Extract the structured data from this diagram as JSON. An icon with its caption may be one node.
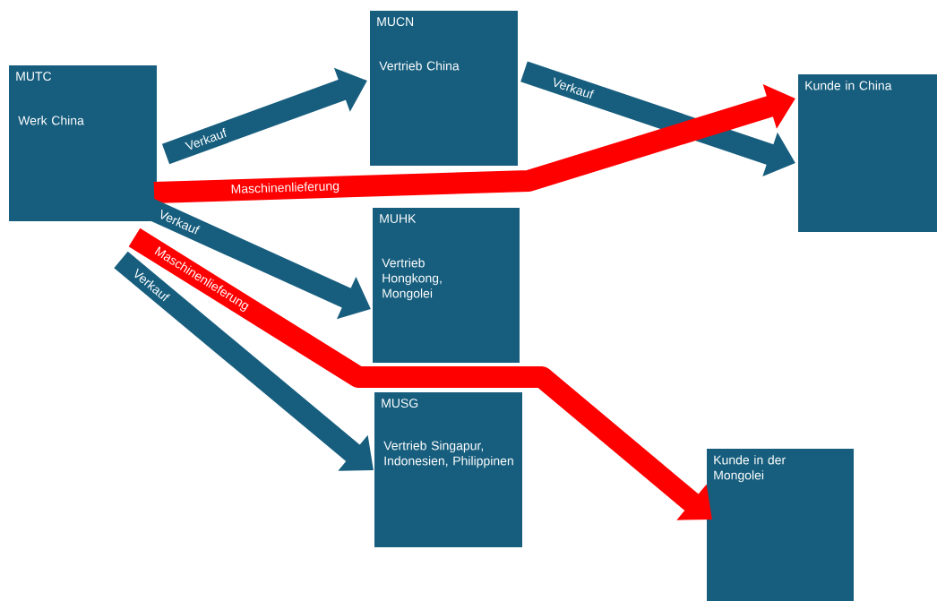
{
  "diagram": {
    "nodes": [
      {
        "text": [
          "MUTC",
          "Werk China"
        ]
      },
      {
        "text": [
          "MUCN",
          "Vertrieb China"
        ]
      },
      {
        "text": [
          "Kunde in China"
        ]
      },
      {
        "text": [
          "MUHK",
          "Vertrieb Hongkong, Mongolei"
        ]
      },
      {
        "text": [
          "MUSG",
          "Vertrieb Singapur, Indonesien, Philippinen"
        ]
      },
      {
        "text": [
          "Kunde in der Mongolei"
        ]
      }
    ],
    "edges": [
      {
        "from": 0,
        "to": 1,
        "arrow": "to",
        "label": "Verkauf"
      },
      {
        "from": 1,
        "to": 2,
        "arrow": "to",
        "label": "Verkauf"
      },
      {
        "from": 0,
        "to": 2,
        "arrow": "to",
        "label": "Maschinenlieferung",
        "color": "#ff0000"
      },
      {
        "from": 0,
        "to": 3,
        "arrow": "to",
        "label": "Verkauf"
      },
      {
        "from": 0,
        "to": 4,
        "arrow": "to",
        "label": "Verkauf"
      },
      {
        "from": 0,
        "to": 5,
        "arrow": "to",
        "label": "Maschinenlieferung",
        "color": "#ff0000"
      }
    ]
  }
}
